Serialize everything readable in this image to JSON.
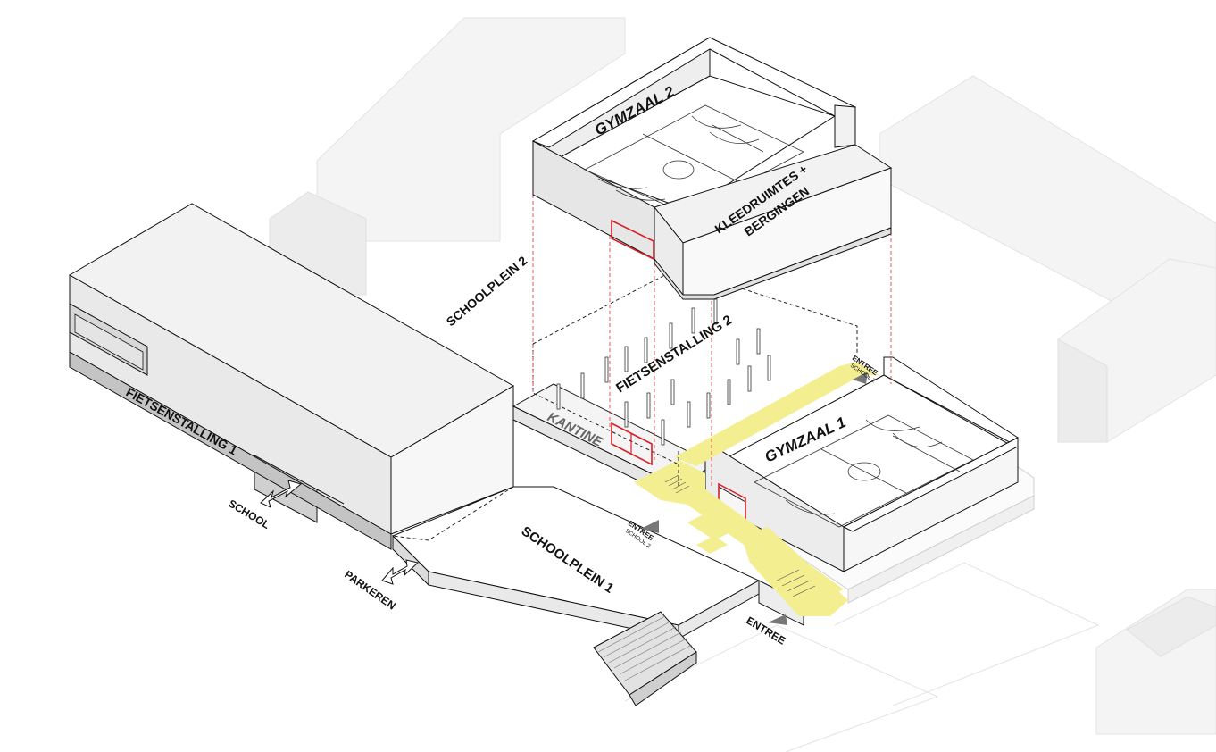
{
  "labels": {
    "gymzaal2": "GYMZAAL 2",
    "kleedruimtes_line1": "KLEEDRUIMTES +",
    "kleedruimtes_line2": "BERGINGEN",
    "schoolplein2": "SCHOOLPLEIN 2",
    "fietsenstalling2": "FIETSENSTALLING 2",
    "fietsenstalling1": "FIETSENSTALLING 1",
    "kantine": "KANTINE",
    "gymzaal1": "GYMZAAL 1",
    "school": "SCHOOL",
    "parkeren": "PARKEREN",
    "schoolplein1": "SCHOOLPLEIN 1",
    "entree_school2_a_line1": "ENTREE",
    "entree_school2_a_line2": "SCHOOL 2",
    "entree_school2_b_line1": "ENTREE",
    "entree_school2_b_line2": "SCHOOL 2",
    "entree": "ENTREE"
  },
  "colors": {
    "path_highlight": "#f5f09a",
    "highlight_box": "#d81f26",
    "projection_lines": "#e04545",
    "outline": "#111111",
    "context_buildings": "#f4f4f4"
  }
}
